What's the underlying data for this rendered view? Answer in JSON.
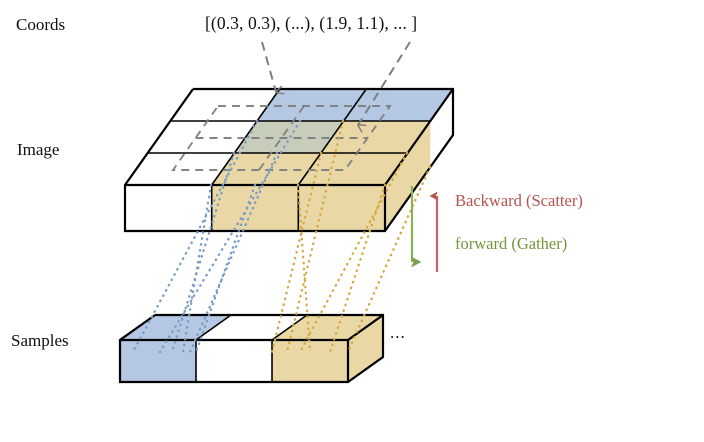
{
  "figure": {
    "title_row_labels": {
      "coords": "Coords",
      "image": "Image",
      "samples": "Samples"
    },
    "coords_value": "[(0.3, 0.3), (...), (1.9, 1.1), ... ]",
    "samples_ellipsis": "...",
    "arrows": {
      "backward_label": "Backward (Scatter)",
      "forward_label": "forward (Gather)",
      "backward_color": "#b55350",
      "forward_color": "#77933c",
      "backward_direction": "up",
      "forward_direction": "down"
    },
    "colors": {
      "blue_cell": "#b4c7e3",
      "tan_cell": "#e9d8a6",
      "white_cell": "#ffffff",
      "outline": "#000000",
      "blue_dotted": "#7a9cc6",
      "tan_dotted": "#d5a93f",
      "gray_dashed": "#7f7f7f",
      "overlap_cell": "#cfd3c0"
    },
    "image_grid": {
      "rows": 3,
      "cols": 3,
      "top_face_fill": [
        [
          "white",
          "blue",
          "blue"
        ],
        [
          "white",
          "overlap",
          "tan"
        ],
        [
          "white",
          "tan",
          "tan"
        ]
      ]
    },
    "samples_grid": {
      "rows": 1,
      "cols": 3,
      "top_face_fill": [
        "blue",
        "white",
        "tan"
      ],
      "front_face_fill": [
        "blue",
        "white",
        "tan"
      ]
    },
    "dashed_overlay": {
      "description": "gray dashed offset sampling grid over image top face",
      "cells": 4
    }
  }
}
